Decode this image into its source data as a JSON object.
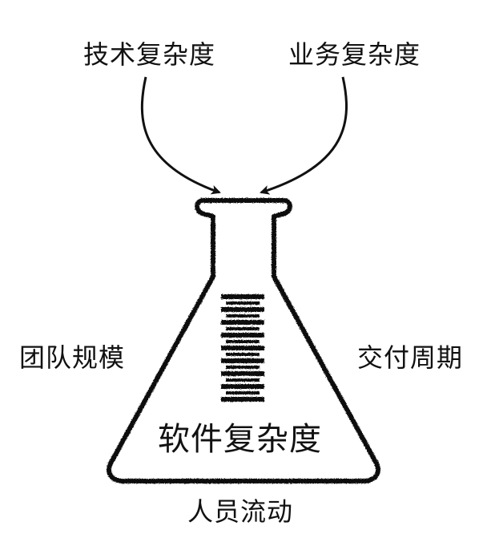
{
  "labels": {
    "technical_complexity": "技术复杂度",
    "business_complexity": "业务复杂度",
    "team_size": "团队规模",
    "delivery_cycle": "交付周期",
    "software_complexity": "软件复杂度",
    "staff_turnover": "人员流动"
  },
  "colors": {
    "ink": "#111111",
    "background": "#ffffff"
  },
  "icons": {
    "flask": "erlenmeyer-flask-icon",
    "arrows": "curved-arrow-icon"
  }
}
